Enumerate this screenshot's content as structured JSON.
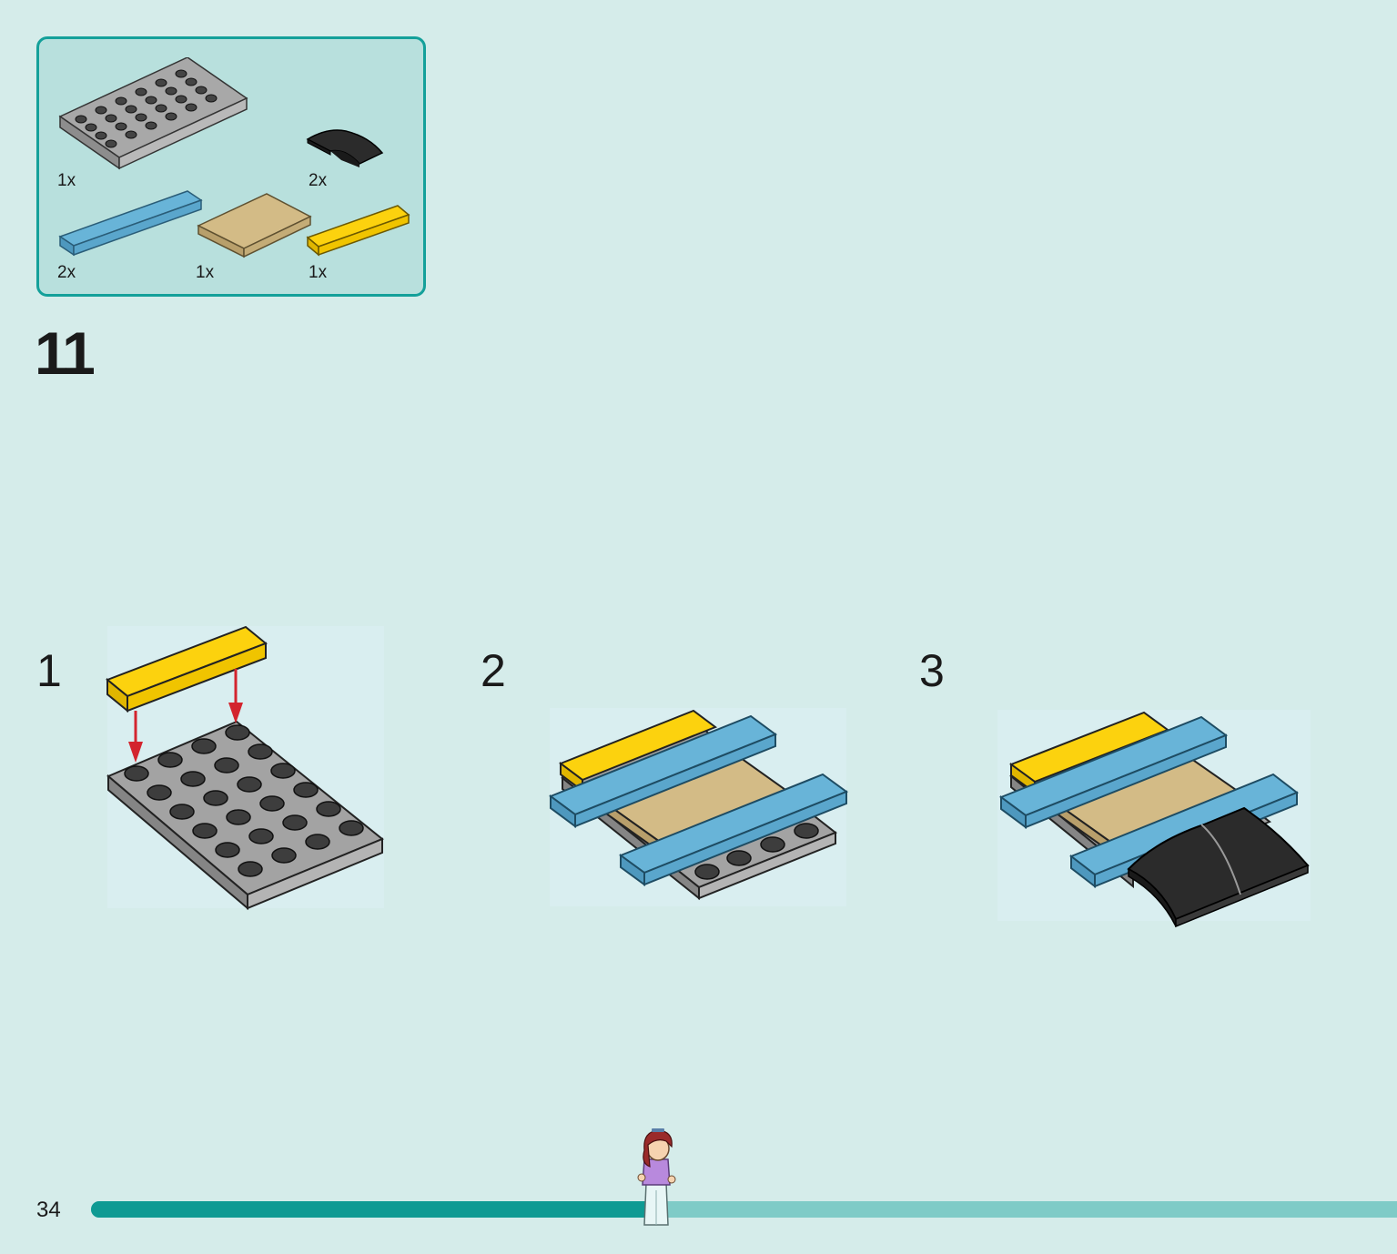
{
  "parts_list": {
    "items": [
      {
        "part": "gray-plate-4x6",
        "qty": "1x"
      },
      {
        "part": "black-curved-slope",
        "qty": "2x"
      },
      {
        "part": "blue-tile-1x6",
        "qty": "2x"
      },
      {
        "part": "tan-tile-2x4",
        "qty": "1x"
      },
      {
        "part": "yellow-tile-1x4",
        "qty": "1x"
      }
    ]
  },
  "step": {
    "number": "11",
    "substeps": [
      {
        "label": "1"
      },
      {
        "label": "2"
      },
      {
        "label": "3"
      }
    ]
  },
  "footer": {
    "page_number": "34",
    "progress": 0.43
  },
  "colors": {
    "background": "#d5ecea",
    "accent": "#14a09a",
    "gray": "#a3a3a3",
    "black": "#2b2b2b",
    "blue": "#68b4d8",
    "tan": "#d3bb86",
    "yellow": "#fcd20e",
    "arrow": "#d3242e"
  }
}
